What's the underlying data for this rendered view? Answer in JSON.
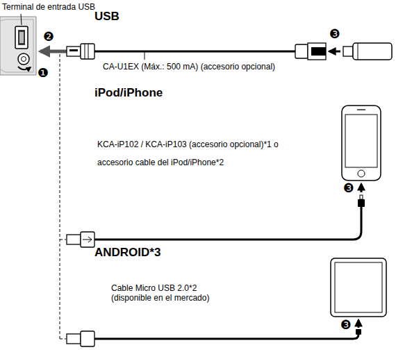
{
  "diagram": {
    "labels": [
      "Terminal de entrada USB",
      "❷",
      "❶",
      "USB",
      "❸",
      "CA-U1EX (Máx.: 500 mA) (accesorio opcional)",
      "iPod/iPhone",
      "KCA-iP102 / KCA-iP103 (accesorio opcional)*1 o accesorio cable del iPod/iPhone*2",
      "❸",
      "ANDROID*3",
      "Cable Micro USB 2.0*2 (disponible en el mercado)",
      "❸"
    ]
  }
}
